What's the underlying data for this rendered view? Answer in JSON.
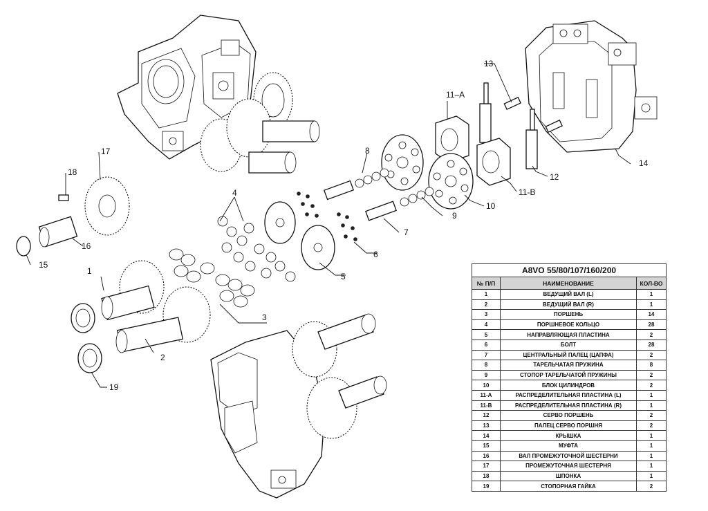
{
  "table": {
    "title": "A8VO 55/80/107/160/200",
    "headers": [
      "№ П/П",
      "НАИМЕНОВАНИЕ",
      "КОЛ-ВО"
    ],
    "rows": [
      [
        "1",
        "ВЕДУЩИЙ ВАЛ (L)",
        "1"
      ],
      [
        "2",
        "ВЕДУЩИЙ ВАЛ (R)",
        "1"
      ],
      [
        "3",
        "ПОРШЕНЬ",
        "14"
      ],
      [
        "4",
        "ПОРШНЕВОЕ КОЛЬЦО",
        "28"
      ],
      [
        "5",
        "НАПРАВЛЯЮЩАЯ ПЛАСТИНА",
        "2"
      ],
      [
        "6",
        "БОЛТ",
        "28"
      ],
      [
        "7",
        "ЦЕНТРАЛЬНЫЙ ПАЛЕЦ (ЦАПФА)",
        "2"
      ],
      [
        "8",
        "ТАРЕЛЬЧАТАЯ ПРУЖИНА",
        "8"
      ],
      [
        "9",
        "СТОПОР ТАРЕЛЬЧАТОЙ ПРУЖИНЫ",
        "2"
      ],
      [
        "10",
        "БЛОК ЦИЛИНДРОВ",
        "2"
      ],
      [
        "11-A",
        "РАСПРЕДЕЛИТЕЛЬНАЯ ПЛАСТИНА (L)",
        "1"
      ],
      [
        "11-B",
        "РАСПРЕДЕЛИТЕЛЬНАЯ ПЛАСТИНА (R)",
        "1"
      ],
      [
        "12",
        "СЕРВО ПОРШЕНЬ",
        "2"
      ],
      [
        "13",
        "ПАЛЕЦ СЕРВО ПОРШНЯ",
        "2"
      ],
      [
        "14",
        "КРЫШКА",
        "1"
      ],
      [
        "15",
        "МУФТА",
        "1"
      ],
      [
        "16",
        "ВАЛ ПРОМЕЖУТОЧНОЙ ШЕСТЕРНИ",
        "1"
      ],
      [
        "17",
        "ПРОМЕЖУТОЧНАЯ ШЕСТЕРНЯ",
        "1"
      ],
      [
        "18",
        "ШПОНКА",
        "1"
      ],
      [
        "19",
        "СТОПОРНАЯ ГАЙКА",
        "2"
      ]
    ]
  },
  "callouts": {
    "c1": "1",
    "c2": "2",
    "c3": "3",
    "c4": "4",
    "c5": "5",
    "c6": "6",
    "c7": "7",
    "c8": "8",
    "c9": "9",
    "c10": "10",
    "c11a": "11–A",
    "c11b": "11-B",
    "c12": "12",
    "c13": "13",
    "c14": "14",
    "c15": "15",
    "c16": "16",
    "c17": "17",
    "c18": "18",
    "c19": "19"
  }
}
